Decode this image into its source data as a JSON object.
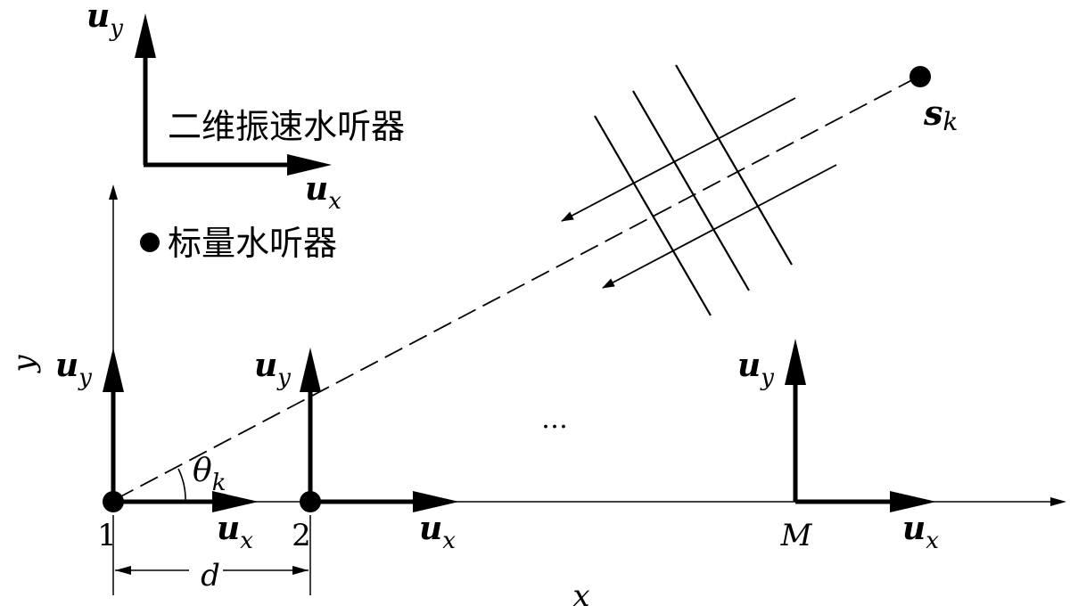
{
  "legend": {
    "vector_label": "二维振速水听器",
    "scalar_label": "标量水听器",
    "ux": {
      "main": "u",
      "sub": "x"
    },
    "uy": {
      "main": "u",
      "sub": "y"
    }
  },
  "axes": {
    "x_label": "x",
    "y_label": "y"
  },
  "array": {
    "sensor_labels": [
      "1",
      "2",
      "M"
    ],
    "ellipsis": "…",
    "spacing_label": "d",
    "ux": {
      "main": "u",
      "sub": "x"
    },
    "uy": {
      "main": "u",
      "sub": "y"
    }
  },
  "source": {
    "label_main": "s",
    "label_sub": "k",
    "angle_main": "θ",
    "angle_sub": "k"
  }
}
